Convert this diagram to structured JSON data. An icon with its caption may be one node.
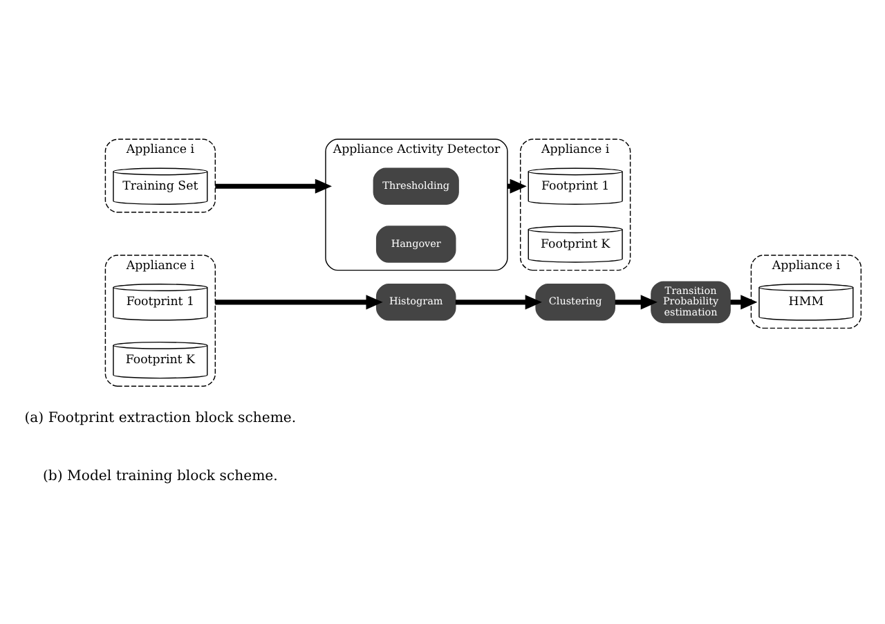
{
  "diagram": {
    "nodes": [
      {
        "text": [
          "Appliance i"
        ]
      },
      {
        "text": [
          "Training Set"
        ],
        "in": 0
      },
      {
        "text": [
          "Appliance Activity Detector"
        ]
      },
      {
        "text": [
          "Thresholding"
        ],
        "in": 2
      },
      {
        "text": [
          "Hangover"
        ],
        "in": 2
      },
      {
        "text": [
          "Appliance i"
        ]
      },
      {
        "text": [
          "Footprint 1"
        ],
        "in": 5
      },
      {
        "text": [
          "Footprint K"
        ],
        "in": 5
      },
      {
        "text": [
          "Appliance i"
        ]
      },
      {
        "text": [
          "Footprint 1"
        ],
        "in": 8
      },
      {
        "text": [
          "Footprint K"
        ],
        "in": 8
      },
      {
        "text": [
          "Histogram"
        ]
      },
      {
        "text": [
          "Clustering"
        ]
      },
      {
        "text": [
          "Transition Probability estimation"
        ]
      },
      {
        "text": [
          "Appliance i"
        ]
      },
      {
        "text": [
          "HMM"
        ],
        "in": 14
      }
    ],
    "edges": [
      {
        "from": 0,
        "to": 2,
        "arrow": "to"
      },
      {
        "from": 2,
        "to": 5,
        "arrow": "to"
      },
      {
        "from": 8,
        "to": 11,
        "arrow": "to"
      },
      {
        "from": 11,
        "to": 12,
        "arrow": "to"
      },
      {
        "from": 12,
        "to": 13,
        "arrow": "to"
      },
      {
        "from": 13,
        "to": 14,
        "arrow": "to"
      }
    ],
    "labels": [
      "(a) Footprint extraction block scheme.",
      "(b) Model training block scheme."
    ]
  }
}
